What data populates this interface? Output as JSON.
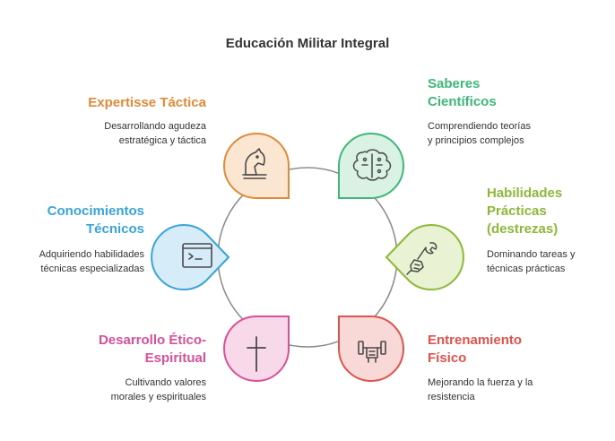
{
  "title": "Educación Militar Integral",
  "colors": {
    "orange": "#E08A3A",
    "green": "#3DB878",
    "lime": "#8DB83A",
    "red": "#E0524C",
    "pink": "#D94F9A",
    "blue": "#3AA4D9"
  },
  "nodes": [
    {
      "id": "expertisse",
      "title": [
        "Expertisse Táctica"
      ],
      "desc": [
        "Desarrollando agudeza",
        "estratégica y táctica"
      ],
      "icon": "chess-knight-icon",
      "color": "#E08A3A"
    },
    {
      "id": "saberes",
      "title": [
        "Saberes",
        "Científicos"
      ],
      "desc": [
        "Comprendiendo teorías",
        "y principios complejos"
      ],
      "icon": "brain-icon",
      "color": "#3DB878"
    },
    {
      "id": "habilidades",
      "title": [
        "Habilidades",
        "Prácticas",
        "(destrezas)"
      ],
      "desc": [
        "Dominando tareas y",
        "técnicas prácticas"
      ],
      "icon": "wrench-hand-icon",
      "color": "#8DB83A"
    },
    {
      "id": "entrenamiento",
      "title": [
        "Entrenamiento",
        "Físico"
      ],
      "desc": [
        "Mejorando la fuerza y la",
        "resistencia"
      ],
      "icon": "dumbbell-icon",
      "color": "#E0524C"
    },
    {
      "id": "etico",
      "title": [
        "Desarrollo Ético-",
        "Espiritual"
      ],
      "desc": [
        "Cultivando valores",
        "morales y espirituales"
      ],
      "icon": "cross-icon",
      "color": "#D94F9A"
    },
    {
      "id": "tecnicos",
      "title": [
        "Conocimientos",
        "Técnicos"
      ],
      "desc": [
        "Adquiriendo habilidades",
        "técnicas especializadas"
      ],
      "icon": "terminal-icon",
      "color": "#3AA4D9"
    }
  ]
}
